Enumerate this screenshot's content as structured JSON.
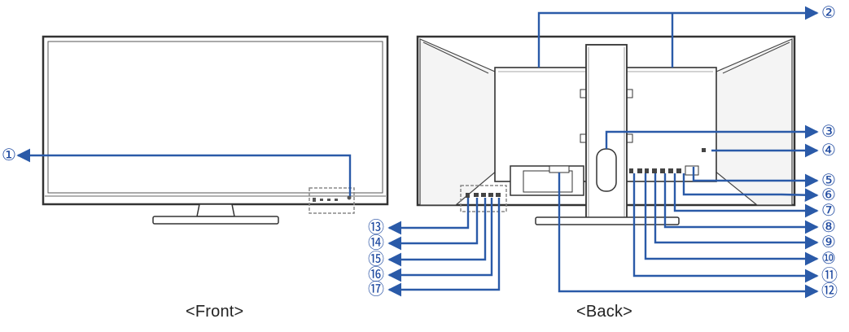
{
  "captions": {
    "front": "<Front>",
    "back": "<Back>"
  },
  "callouts": [
    "①",
    "②",
    "③",
    "④",
    "⑤",
    "⑥",
    "⑦",
    "⑧",
    "⑨",
    "⑩",
    "⑪",
    "⑫",
    "⑬",
    "⑭",
    "⑮",
    "⑯",
    "⑰"
  ],
  "colors": {
    "leader": "#2a5aa8",
    "outline": "#333333",
    "dashed_box": "#888888",
    "panel": "#f4f4f4"
  }
}
